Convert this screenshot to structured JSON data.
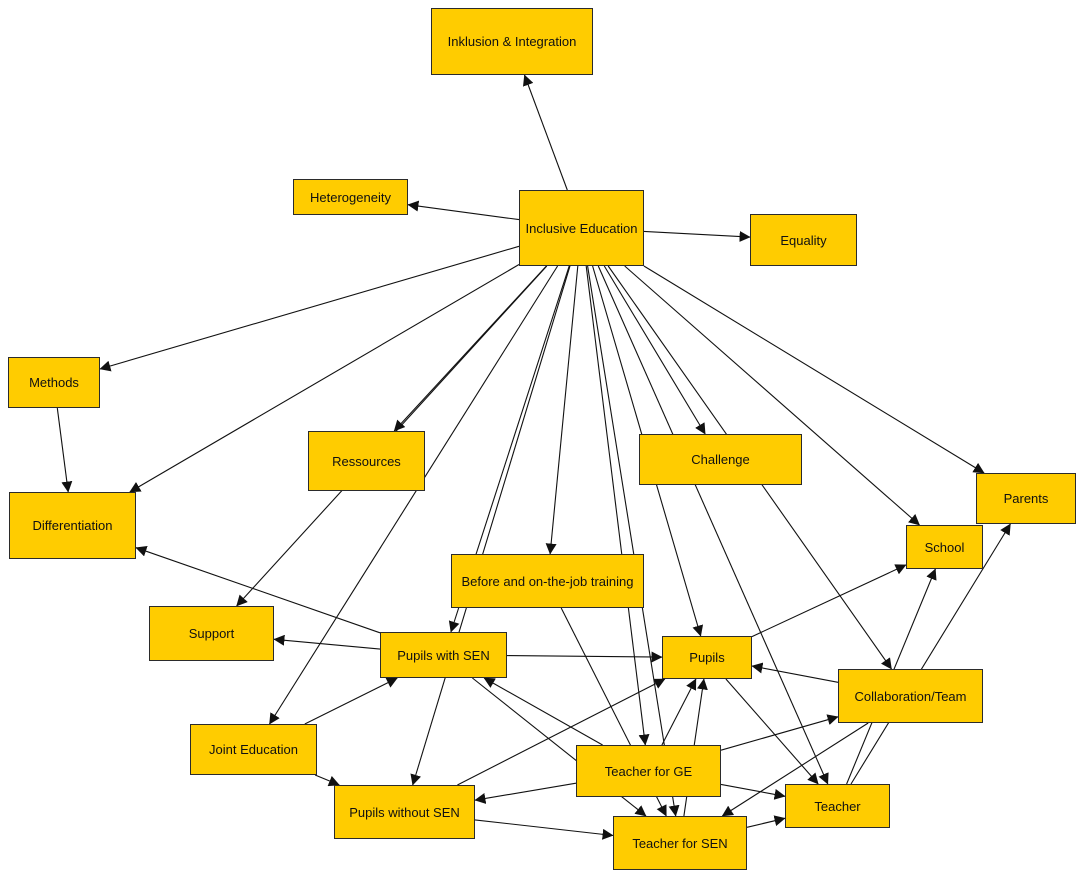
{
  "colors": {
    "node_fill": "#FFCC00",
    "node_border": "#2b2b2b",
    "edge": "#111111"
  },
  "nodes": {
    "inklusion": "Inklusion & Integration",
    "inclusive": "Inclusive Education",
    "heterog": "Heterogeneity",
    "equality": "Equality",
    "methods": "Methods",
    "ressources": "Ressources",
    "challenge": "Challenge",
    "differ": "Differentiation",
    "parents": "Parents",
    "school": "School",
    "training": "Before and on-the-job training",
    "support": "Support",
    "pupilssen": "Pupils with SEN",
    "pupils": "Pupils",
    "collab": "Collaboration/Team",
    "joint": "Joint Education",
    "teacherge": "Teacher for GE",
    "teacher": "Teacher",
    "pupilswo": "Pupils without SEN",
    "teachersen": "Teacher for SEN"
  },
  "edges": [
    {
      "from": "inclusive",
      "to": "inklusion"
    },
    {
      "from": "inclusive",
      "to": "heterog"
    },
    {
      "from": "inclusive",
      "to": "equality"
    },
    {
      "from": "inclusive",
      "to": "methods"
    },
    {
      "from": "inclusive",
      "to": "differ"
    },
    {
      "from": "inclusive",
      "to": "ressources"
    },
    {
      "from": "inclusive",
      "to": "support"
    },
    {
      "from": "inclusive",
      "to": "joint"
    },
    {
      "from": "inclusive",
      "to": "pupilssen"
    },
    {
      "from": "inclusive",
      "to": "pupilswo"
    },
    {
      "from": "inclusive",
      "to": "training"
    },
    {
      "from": "inclusive",
      "to": "challenge"
    },
    {
      "from": "inclusive",
      "to": "pupils"
    },
    {
      "from": "inclusive",
      "to": "teacherge"
    },
    {
      "from": "inclusive",
      "to": "teachersen"
    },
    {
      "from": "inclusive",
      "to": "teacher"
    },
    {
      "from": "inclusive",
      "to": "collab"
    },
    {
      "from": "inclusive",
      "to": "school"
    },
    {
      "from": "inclusive",
      "to": "parents"
    },
    {
      "from": "methods",
      "to": "differ"
    },
    {
      "from": "pupilssen",
      "to": "differ"
    },
    {
      "from": "pupilssen",
      "to": "support"
    },
    {
      "from": "pupilssen",
      "to": "pupils"
    },
    {
      "from": "pupilssen",
      "to": "teachersen"
    },
    {
      "from": "joint",
      "to": "pupilssen"
    },
    {
      "from": "joint",
      "to": "pupilswo"
    },
    {
      "from": "pupilswo",
      "to": "pupils"
    },
    {
      "from": "pupilswo",
      "to": "teachersen"
    },
    {
      "from": "training",
      "to": "teachersen"
    },
    {
      "from": "pupils",
      "to": "school"
    },
    {
      "from": "pupils",
      "to": "teacher"
    },
    {
      "from": "collab",
      "to": "pupils"
    },
    {
      "from": "collab",
      "to": "teachersen"
    },
    {
      "from": "teacherge",
      "to": "pupilssen"
    },
    {
      "from": "teacherge",
      "to": "pupils"
    },
    {
      "from": "teacherge",
      "to": "pupilswo"
    },
    {
      "from": "teacherge",
      "to": "collab"
    },
    {
      "from": "teacherge",
      "to": "teacher"
    },
    {
      "from": "teachersen",
      "to": "pupils"
    },
    {
      "from": "teachersen",
      "to": "teacher"
    },
    {
      "from": "teacher",
      "to": "school"
    },
    {
      "from": "teacher",
      "to": "parents"
    }
  ]
}
